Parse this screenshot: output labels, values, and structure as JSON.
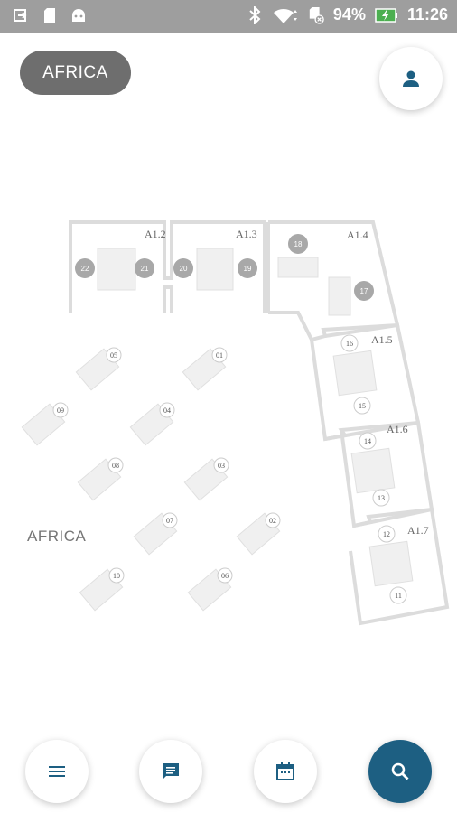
{
  "status_bar": {
    "battery": "94%",
    "time": "11:26",
    "icons": [
      "usb-debug-icon",
      "sd-card-icon",
      "android-icon",
      "bluetooth-icon",
      "wifi-icon",
      "sd-card-error-icon",
      "battery-charging-icon"
    ]
  },
  "header": {
    "zone_button_label": "AFRICA",
    "profile_icon": "person-icon"
  },
  "floorplan": {
    "zone_name": "AFRICA",
    "rooms": [
      {
        "id": "A1.2",
        "desks": [
          "22",
          "21"
        ]
      },
      {
        "id": "A1.3",
        "desks": [
          "20",
          "19"
        ]
      },
      {
        "id": "A1.4",
        "desks": [
          "18",
          "17"
        ]
      },
      {
        "id": "A1.5",
        "desks": [
          "16",
          "15"
        ]
      },
      {
        "id": "A1.6",
        "desks": [
          "14",
          "13"
        ]
      },
      {
        "id": "A1.7",
        "desks": [
          "12",
          "11"
        ]
      }
    ],
    "open_desks": [
      "05",
      "01",
      "09",
      "04",
      "08",
      "03",
      "07",
      "02",
      "10",
      "06"
    ]
  },
  "bottom_nav": {
    "buttons": [
      "menu-icon",
      "chat-icon",
      "calendar-icon",
      "search-icon"
    ]
  },
  "colors": {
    "status_bar": "#9e9e9e",
    "pill": "#6e6e6e",
    "accent": "#1d5f82",
    "battery": "#4caf50",
    "walls": "#dcdcdc",
    "desk": "#f0f0f0"
  }
}
